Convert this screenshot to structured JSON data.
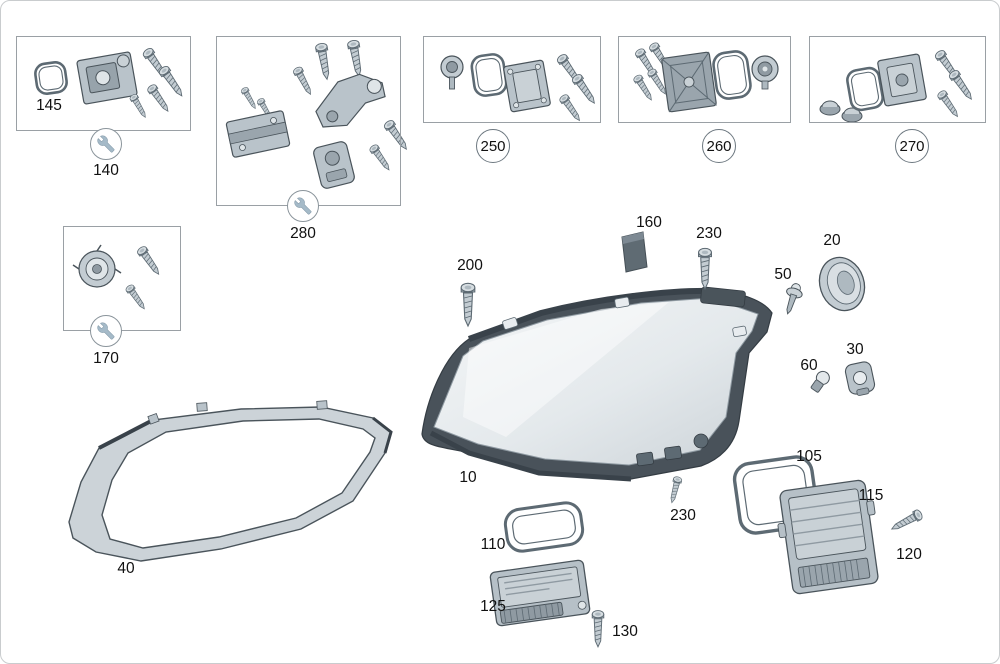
{
  "diagram": {
    "callout_boxes": {
      "box1": {
        "inner_part": "145",
        "tool_part": "140"
      },
      "box2": {
        "tool_part": "280"
      },
      "box3": {
        "circle_part": "250"
      },
      "box4": {
        "circle_part": "260"
      },
      "box5": {
        "circle_part": "270"
      },
      "box6": {
        "tool_part": "170"
      }
    },
    "part_labels": {
      "headlamp": "10",
      "trim_frame": "40",
      "screw_top": "200",
      "pad": "160",
      "screw_upper": "230",
      "cap": "20",
      "pin": "50",
      "bulb": "60",
      "bulb_socket": "30",
      "screw_mid": "230",
      "gasket_small": "110",
      "control_unit": "125",
      "screw_bottom": "130",
      "gasket_large": "105",
      "led_module": "115",
      "screw_side": "120"
    },
    "colors": {
      "part_fill": "#b9c3ca",
      "part_outline": "#4a545b",
      "housing_dark": "#49525a",
      "lens_light": "#e9edef",
      "box_border": "#9aa0a5",
      "wrench_icon": "#a5bac8",
      "label_text": "#111111"
    }
  }
}
